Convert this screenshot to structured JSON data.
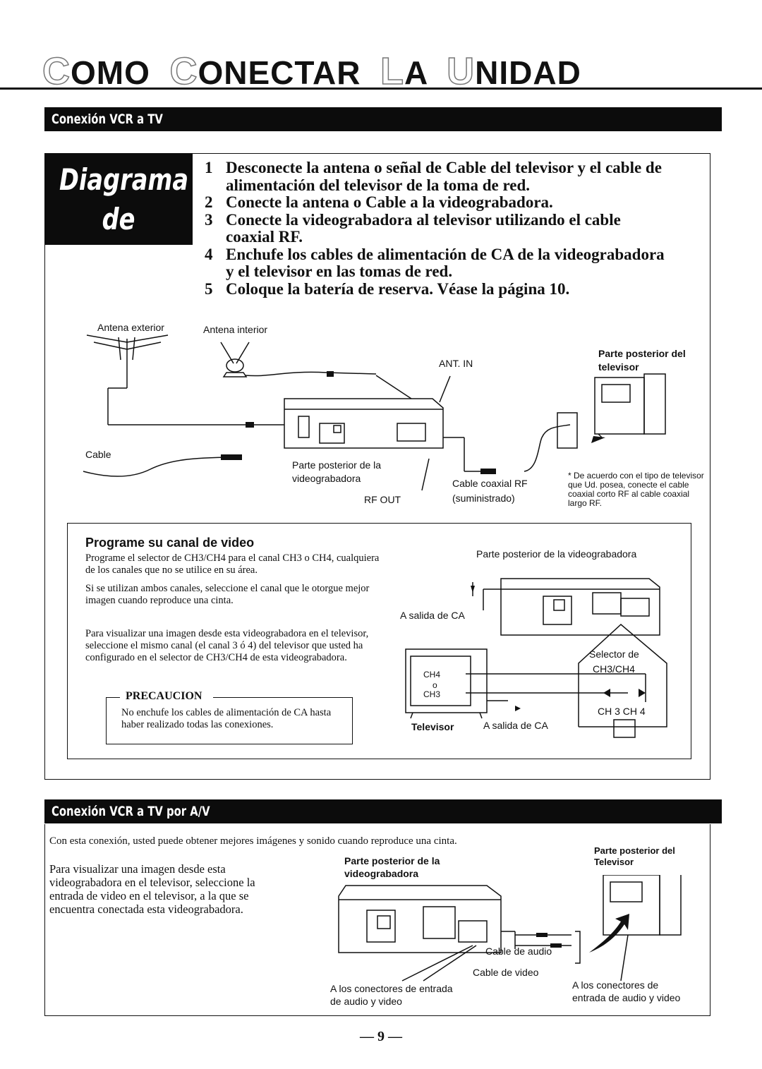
{
  "header": {
    "title_parts": [
      {
        "cap": "C",
        "rest": "OMO"
      },
      {
        "cap": "C",
        "rest": "ONECTAR"
      },
      {
        "cap": "L",
        "rest": "A"
      },
      {
        "cap": "U",
        "rest": "NIDAD"
      }
    ]
  },
  "section1": {
    "bar_title": "Conexión VCR a TV",
    "diagram_title_1": "Diagrama de",
    "diagram_title_2": "conexión",
    "steps": [
      {
        "num": "1",
        "text": "Desconecte la antena o señal de Cable del televisor y el cable de alimentación del televisor de la toma de red."
      },
      {
        "num": "2",
        "text": "Conecte la antena o Cable a la videograbadora."
      },
      {
        "num": "3",
        "text": "Conecte la videograbadora al televisor utilizando el cable coaxial RF."
      },
      {
        "num": "4",
        "text": "Enchufe los cables de alimentación de CA de la videograbadora y el televisor en las tomas de red."
      },
      {
        "num": "5",
        "text": "Coloque la batería de reserva. Véase la página 10."
      }
    ],
    "labels": {
      "antena_exterior": "Antena exterior",
      "antena_interior": "Antena interior",
      "ant_in": "ANT. IN",
      "tv_back_1": "Parte posterior del",
      "tv_back_2": "televisor",
      "cable": "Cable",
      "vcr_back_1": "Parte posterior de la",
      "vcr_back_2": "videograbadora",
      "coax_1": "Cable coaxial RF",
      "coax_2": "(suministrado)",
      "rf_out": "RF OUT",
      "note": "* De acuerdo con el tipo de televisor que Ud. posea, conecte el cable coaxial corto RF al cable coaxial largo RF."
    },
    "program": {
      "heading": "Programe su canal de video",
      "para1": "Programe el selector de CH3/CH4 para el canal CH3 o CH4, cualquiera de los canales que no se utilice en su área.",
      "para2": "Si se utilizan ambos canales, seleccione el canal que le otorgue mejor imagen cuando reproduce una cinta.",
      "para3": "Para visualizar una imagen desde esta videograbadora en el televisor, seleccione el mismo canal (el canal 3 ó 4) del televisor que usted ha configurado en el selector de CH3/CH4 de esta videograbadora.",
      "caution_title": "PRECAUCION",
      "caution_text": "No enchufe los cables de alimentación de CA hasta haber realizado todas las conexiones.",
      "vcr_back": "Parte posterior de la videograbadora",
      "ac_out": "A salida de CA",
      "selector_1": "Selector de",
      "selector_2": "CH3/CH4",
      "ch4": "CH4",
      "o": "o",
      "ch3": "CH3",
      "ch_switch": "CH 3  CH 4",
      "televisor": "Televisor",
      "ac_out2": "A salida de CA"
    }
  },
  "section2": {
    "bar_title": "Conexión VCR a TV por A/V",
    "intro": "Con esta conexión, usted puede obtener mejores imágenes y sonido cuando reproduce una cinta.",
    "para": "Para visualizar una imagen desde esta videograbadora en el televisor, seleccione la entrada de video en el televisor, a la que se encuentra conectada esta videograbadora.",
    "vcr_back_1": "Parte posterior de la",
    "vcr_back_2": "videograbadora",
    "tv_back_1": "Parte posterior del",
    "tv_back_2": "Televisor",
    "audio_cable": "Cable de audio",
    "video_cable": "Cable de video",
    "in_left_1": "A los conectores de entrada",
    "in_left_2": "de audio y video",
    "in_right_1": "A los conectores de",
    "in_right_2": "entrada de audio y video"
  },
  "footer": {
    "page": "— 9 —"
  }
}
